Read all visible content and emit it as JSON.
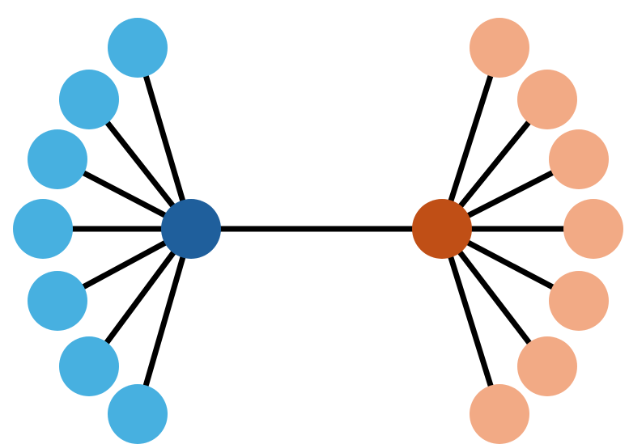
{
  "colors": {
    "background": "#ffffff",
    "edge": "#000000",
    "left_hub": "#1f5f9c",
    "left_leaf": "#47b0e0",
    "right_hub": "#c04f16",
    "right_leaf": "#f2aa85"
  },
  "diagram": {
    "type": "network",
    "clusters": [
      {
        "id": "left",
        "hub_color_key": "left_hub",
        "leaf_color_key": "left_leaf",
        "leaf_count": 7
      },
      {
        "id": "right",
        "hub_color_key": "right_hub",
        "leaf_color_key": "right_leaf",
        "leaf_count": 7
      }
    ],
    "hub_link": [
      "left",
      "right"
    ]
  }
}
